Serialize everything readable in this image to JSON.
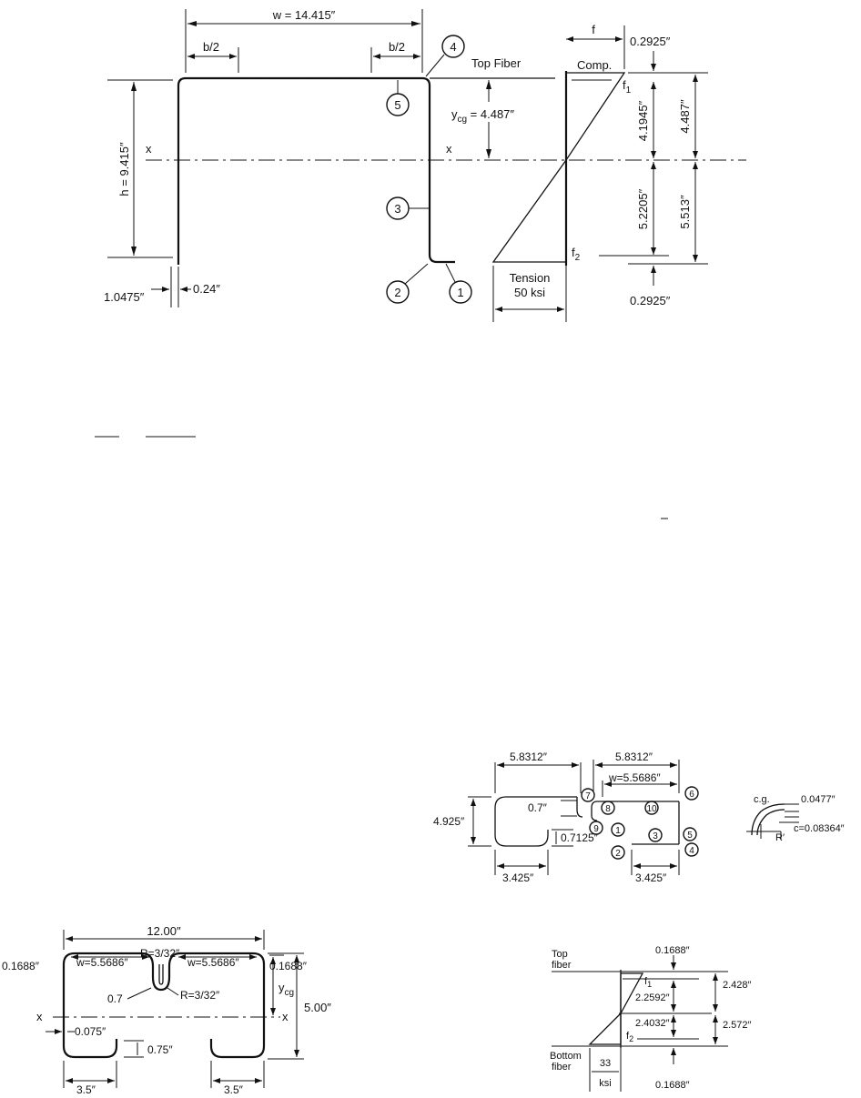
{
  "fig1": {
    "w_label": "w = 14.415″",
    "b2_left": "b/2",
    "b2_right": "b/2",
    "top_fiber": "Top Fiber",
    "comp": "Comp.",
    "f_label": "f",
    "f1": "f",
    "f1_sub": "1",
    "f2": "f",
    "f2_sub": "2",
    "top_gap": "0.2925″",
    "bottom_gap": "0.2925″",
    "ycg_main": "y",
    "ycg_sub": "cg",
    "ycg_value": " = 4.487″",
    "h_label": "h = 9.415″",
    "x_left": "x",
    "x_right": "x",
    "dim_41945": "4.1945″",
    "dim_4487": "4.487″",
    "dim_52205": "5.2205″",
    "dim_5513": "5.513″",
    "tension": "Tension",
    "tension_val": "50 ksi",
    "dim_10475": "1.0475″",
    "dim_024": "0.24″",
    "nodes": [
      "1",
      "2",
      "3",
      "4",
      "5"
    ]
  },
  "fig2": {
    "d58312_left": "5.8312″",
    "d58312_right": "5.8312″",
    "w_label": "w=5.5686″",
    "d07": "0.7″",
    "d4925": "4.925″",
    "d07125": "0.7125″",
    "d3425_left": "3.425″",
    "d3425_right": "3.425″",
    "nodes": [
      "1",
      "2",
      "3",
      "4",
      "5",
      "6",
      "7",
      "8",
      "9",
      "10"
    ]
  },
  "fig3": {
    "cg": "c.g.",
    "d00477": "0.0477″",
    "c_label": "c=0.08364″",
    "r_label": "R′"
  },
  "fig4": {
    "d1200": "12.00″",
    "d01688_left": "0.1688″",
    "d01688_right": "0.1688″",
    "w_left": "w=5.5686″",
    "w_right": "w=5.5686″",
    "r_top": "R=3/32″",
    "r_mid": "R=3/32″",
    "d07": "0.7",
    "ycg_main": "y",
    "ycg_sub": "cg",
    "x_left": "x",
    "x_right": "x",
    "d500": "5.00″",
    "d0075": "0.075″",
    "d075": "0.75″",
    "d35_left": "3.5″",
    "d35_right": "3.5″"
  },
  "fig5": {
    "d01688_top": "0.1688″",
    "d01688_bottom": "0.1688″",
    "top_fiber_1": "Top",
    "top_fiber_2": "fiber",
    "bottom_fiber_1": "Bottom",
    "bottom_fiber_2": "fiber",
    "f1": "f",
    "f1_sub": "1",
    "f2": "f",
    "f2_sub": "2",
    "d22592": "2.2592″",
    "d24032": "2.4032″",
    "d2428": "2.428″",
    "d2572": "2.572″",
    "ksi_val": "33",
    "ksi_unit": "ksi"
  }
}
